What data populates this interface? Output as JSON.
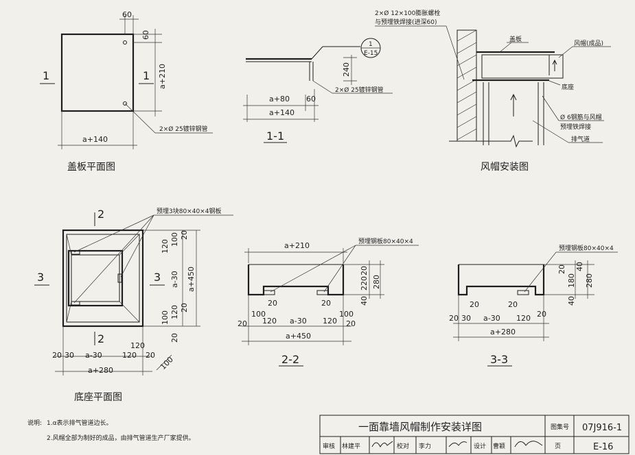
{
  "views": {
    "cover_plan": {
      "title": "盖板平面图",
      "dims": {
        "d60_top": "60",
        "d60_side": "60",
        "a210": "a+210",
        "a140": "a+140"
      },
      "section_mark": "1",
      "pipe_note": "2×Ø 25镀锌钢管"
    },
    "section_1": {
      "title": "1-1",
      "dims": {
        "a80": "a+80",
        "d60": "60",
        "a140": "a+140",
        "d240": "240"
      },
      "detail_top": "1",
      "detail_bottom": "E-15",
      "pipe_note": "2×Ø 25镀锌钢管"
    },
    "hood_install": {
      "title": "风帽安装图",
      "bolt_note_1": "2×Ø 12×100膨胀螺栓",
      "bolt_note_2": "与预埋铁焊接(进深60)",
      "cover": "盖板",
      "hood": "风帽(成品)",
      "base": "底座",
      "rebar_note_1": "Ø 6钢筋与风帽",
      "rebar_note_2": "预埋铁焊接",
      "duct": "排气道"
    },
    "base_plan": {
      "title": "底座平面图",
      "section_mark_2": "2",
      "section_mark_3": "3",
      "plate_note": "预埋3块80×40×4钢板",
      "dims": {
        "d120_a": "120",
        "d100_a": "100",
        "d20_a": "20",
        "a30_v": "a-30",
        "a450": "a+450",
        "d20_b": "20",
        "d120_b": "120",
        "d100_b": "100",
        "d20_c": "20",
        "d120_top": "120",
        "d20_l": "20",
        "d30_l": "30",
        "a30_h": "a-30",
        "d120_r": "120",
        "d20_r": "20",
        "a280": "a+280",
        "d100_diag": "100"
      }
    },
    "section_2": {
      "title": "2-2",
      "plate_note": "预埋钢板80×40×4",
      "dims": {
        "a210": "a+210",
        "d20_v": "20",
        "d220": "220",
        "d40": "40",
        "d280": "280",
        "d20_l": "20",
        "d20_r": "20",
        "d100_l": "100",
        "d120_l": "120",
        "a30": "a-30",
        "d120_r": "120",
        "d100_r": "100",
        "d20_ol": "20",
        "d20_or": "20",
        "a450": "a+450"
      }
    },
    "section_3": {
      "title": "3-3",
      "plate_note": "预埋钢板80×40×4",
      "dims": {
        "d20_v": "20",
        "d180": "180",
        "d40_a": "40",
        "d40_b": "40",
        "d280": "280",
        "d20_a": "20",
        "d20_b": "20",
        "d20_l": "20",
        "d30": "30",
        "a30": "a-30",
        "d120": "120",
        "d20_r": "20",
        "a280": "a+280"
      }
    }
  },
  "notes": {
    "prefix": "说明:",
    "line1": "1.α表示排气管道边长。",
    "line2": "2.风帽全部为制好的成品，由排气管道生产厂家提供。"
  },
  "title_block": {
    "drawing_title": "一面靠墙风帽制作安装详图",
    "atlas_label": "图集号",
    "atlas_no": "07J916-1",
    "page_label": "页",
    "page_no": "E-16",
    "review_label": "审核",
    "review_name": "林建平",
    "check_label": "校对",
    "check_name": "李力",
    "design_label": "设计",
    "design_name": "曹颖"
  }
}
